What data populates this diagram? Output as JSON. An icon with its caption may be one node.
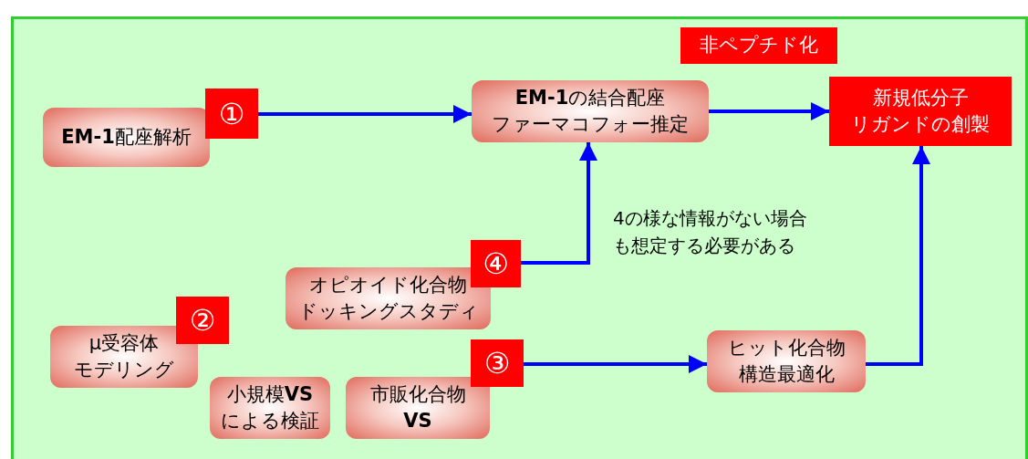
{
  "diagram": {
    "nodes": [
      {
        "text": [
          "非ペプチド化"
        ]
      },
      {
        "text": [
          "①"
        ]
      },
      {
        "text": [
          "**EM-1**配座解析"
        ]
      },
      {
        "text": [
          "**EM-1**の結合配座ファーマコフォー推定"
        ]
      },
      {
        "text": [
          "新規低分子リガンドの創製"
        ]
      },
      {
        "text": [
          "④"
        ]
      },
      {
        "text": [
          "オピオイド化合物ドッキングスタディ"
        ]
      },
      {
        "text": [
          "②"
        ]
      },
      {
        "text": [
          "μ受容体モデリング"
        ]
      },
      {
        "text": [
          "③"
        ]
      },
      {
        "text": [
          "小規模**VS**による検証"
        ]
      },
      {
        "text": [
          "市販化合物**VS**"
        ]
      },
      {
        "text": [
          "ヒット化合物構造最適化"
        ]
      }
    ],
    "edges": [
      {
        "from": 1,
        "to": 3,
        "arrow": "to"
      },
      {
        "from": 3,
        "to": 4,
        "arrow": "to"
      },
      {
        "from": 5,
        "to": 3,
        "arrow": "to"
      },
      {
        "from": 9,
        "to": 12,
        "arrow": "to"
      },
      {
        "from": 12,
        "to": 4,
        "arrow": "to"
      }
    ],
    "labels": [
      "4の様な情報がない場合も想定する必要がある"
    ]
  }
}
